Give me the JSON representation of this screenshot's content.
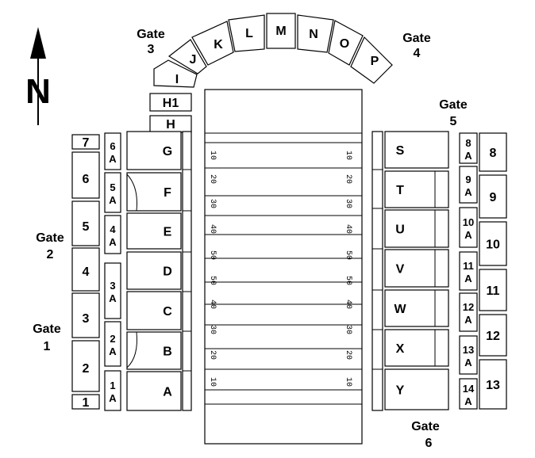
{
  "north_label": "N",
  "gates": {
    "g1": [
      "Gate",
      "1"
    ],
    "g2": [
      "Gate",
      "2"
    ],
    "g3": [
      "Gate",
      "3"
    ],
    "g4": [
      "Gate",
      "4"
    ],
    "g5": [
      "Gate",
      "5"
    ],
    "g6": [
      "Gate",
      "6"
    ]
  },
  "sections": {
    "west_main": [
      "G",
      "F",
      "E",
      "D",
      "C",
      "B",
      "A"
    ],
    "east_main": [
      "S",
      "T",
      "U",
      "V",
      "W",
      "X",
      "Y"
    ],
    "end_zone": [
      "H",
      "H1",
      "I",
      "J",
      "K",
      "L",
      "M",
      "N",
      "O",
      "P"
    ],
    "west_outer": [
      "7",
      "6",
      "5",
      "4",
      "3",
      "2",
      "1"
    ],
    "west_inner": [
      [
        "6",
        "A"
      ],
      [
        "5",
        "A"
      ],
      [
        "4",
        "A"
      ],
      [
        "3",
        "A"
      ],
      [
        "2",
        "A"
      ],
      [
        "1",
        "A"
      ]
    ],
    "east_inner": [
      [
        "8",
        "A"
      ],
      [
        "9",
        "A"
      ],
      [
        "10",
        "A"
      ],
      [
        "11",
        "A"
      ],
      [
        "12",
        "A"
      ],
      [
        "13",
        "A"
      ],
      [
        "14",
        "A"
      ]
    ],
    "east_outer": [
      "8",
      "9",
      "10",
      "11",
      "12",
      "13"
    ]
  },
  "yard_markers": [
    "10",
    "20",
    "30",
    "40",
    "50",
    "50",
    "40",
    "30",
    "20",
    "10"
  ]
}
